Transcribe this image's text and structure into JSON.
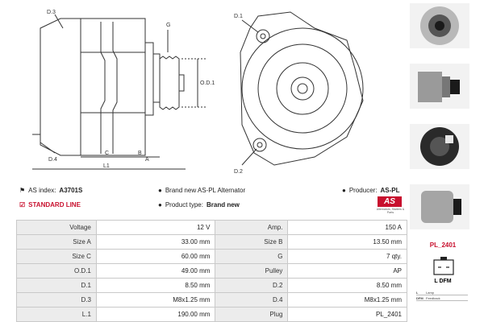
{
  "drawing": {
    "labels": {
      "d3": "D.3",
      "d4": "D.4",
      "g": "G",
      "od1": "O.D.1",
      "c": "C",
      "b": "B",
      "a": "A",
      "l1": "L1",
      "d1": "D.1",
      "d2": "D.2"
    }
  },
  "info": {
    "as_index_label": "AS index:",
    "as_index_value": "A3701S",
    "description": "Brand new AS-PL Alternator",
    "producer_label": "Producer:",
    "producer_value": "AS-PL",
    "standard_line": "STANDARD LINE",
    "product_type_label": "Product type:",
    "product_type_value": "Brand new",
    "logo_text": "AS",
    "logo_sub": "Alternators, Starters & Parts"
  },
  "specs": [
    {
      "l1": "Voltage",
      "v1": "12 V",
      "l2": "Amp.",
      "v2": "150 A"
    },
    {
      "l1": "Size A",
      "v1": "33.00 mm",
      "l2": "Size B",
      "v2": "13.50 mm"
    },
    {
      "l1": "Size C",
      "v1": "60.00 mm",
      "l2": "G",
      "v2": "7 qty."
    },
    {
      "l1": "O.D.1",
      "v1": "49.00 mm",
      "l2": "Pulley",
      "v2": "AP"
    },
    {
      "l1": "D.1",
      "v1": "8.50 mm",
      "l2": "D.2",
      "v2": "8.50 mm"
    },
    {
      "l1": "D.3",
      "v1": "M8x1.25 mm",
      "l2": "D.4",
      "v2": "M8x1.25 mm"
    },
    {
      "l1": "L.1",
      "v1": "190.00 mm",
      "l2": "Plug",
      "v2": "PL_2401"
    }
  ],
  "plug": {
    "title": "PL_2401",
    "pins": "L  DFM",
    "legend": [
      {
        "code": "L",
        "desc": "Lamp"
      },
      {
        "code": "DFM",
        "desc": "Feedback"
      }
    ]
  },
  "colors": {
    "accent": "#c8102e",
    "label_bg": "#ececec",
    "border": "#c9c9c9"
  }
}
